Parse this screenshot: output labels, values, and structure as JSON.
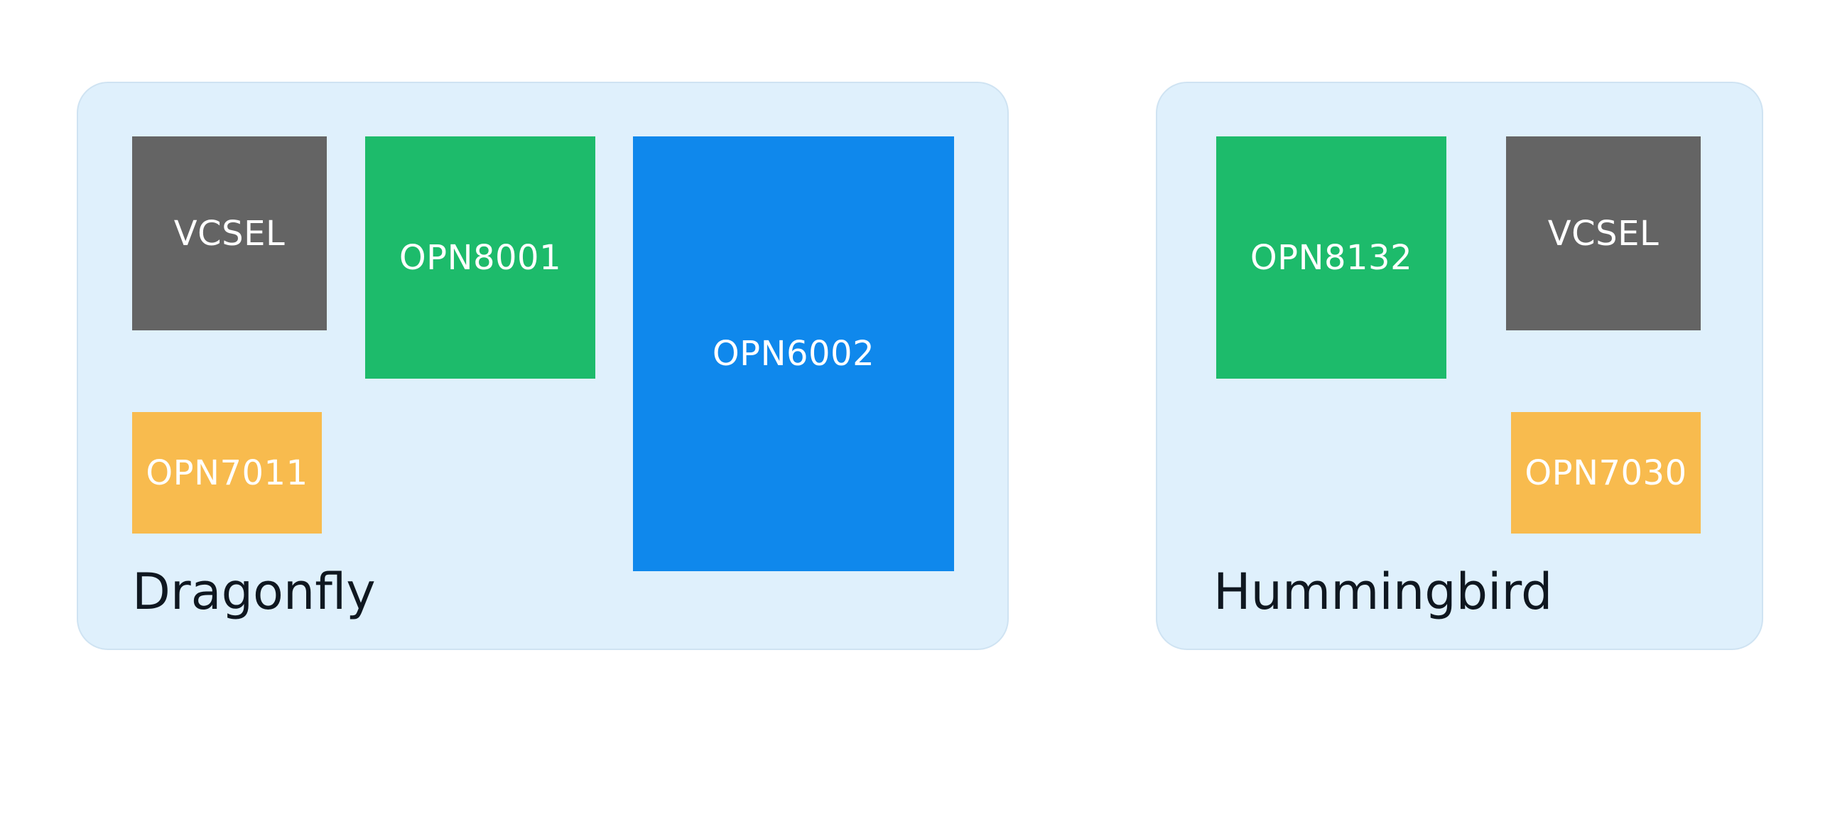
{
  "boards": [
    {
      "name": "Dragonfly",
      "chips": [
        {
          "label": "VCSEL",
          "color": "#646464"
        },
        {
          "label": "OPN8001",
          "color": "#1dbb6b"
        },
        {
          "label": "OPN6002",
          "color": "#0f88ec"
        },
        {
          "label": "OPN7011",
          "color": "#f8bb4e"
        }
      ]
    },
    {
      "name": "Hummingbird",
      "chips": [
        {
          "label": "OPN8132",
          "color": "#1dbb6b"
        },
        {
          "label": "VCSEL",
          "color": "#646464"
        },
        {
          "label": "OPN7030",
          "color": "#f8bb4e"
        }
      ]
    }
  ],
  "colors": {
    "board_background": "#dff0fc",
    "board_border": "#cfe3f2",
    "title_text": "#0f1720",
    "chip_text": "#ffffff"
  }
}
